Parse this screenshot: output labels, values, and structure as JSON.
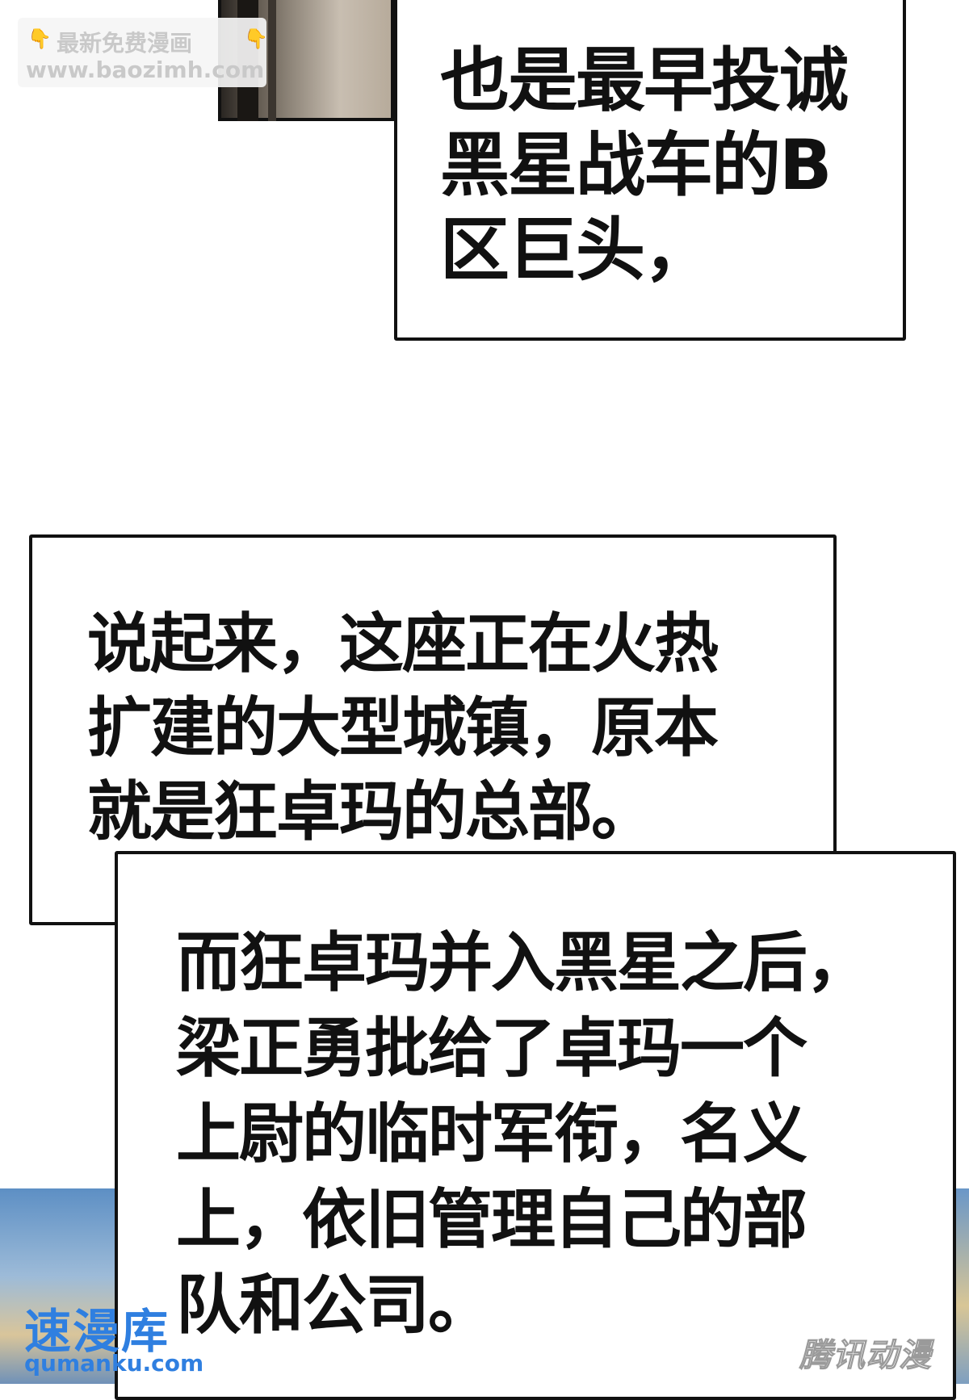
{
  "watermark_top": {
    "line1": "最新免费漫画",
    "line2": "www.baozimh.com"
  },
  "bubbles": {
    "bubble1": "也是最早投诚\n黑星战车的B\n区巨头，",
    "bubble2": "说起来，这座正在火热\n扩建的大型城镇，原本\n就是狂卓玛的总部。",
    "bubble3": "而狂卓玛并入黑星之后，\n梁正勇批给了卓玛一个\n上尉的临时军衔，名义\n上，依旧管理自己的部\n队和公司。"
  },
  "watermark_bottom_left": {
    "line1": "速漫库",
    "line2": "qumanku.com"
  },
  "watermark_bottom_right": "腾讯动漫",
  "colors": {
    "border": "#111111",
    "text": "#111111",
    "watermark_blue": "#2f7fe0"
  }
}
